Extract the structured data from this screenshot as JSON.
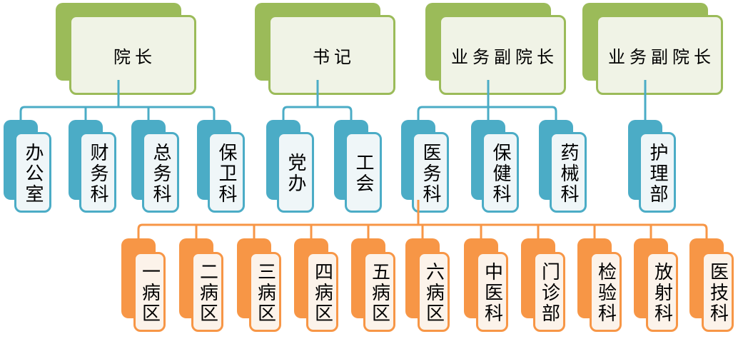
{
  "diagram": {
    "type": "org-chart",
    "background": "#ffffff",
    "palette": {
      "level1": "#9BBB59",
      "level1_fill": "#F0F3E6",
      "level2": "#4BACC6",
      "level2_fill": "#EFF6F8",
      "level3": "#F79646",
      "level3_fill": "#FCF3EA",
      "text": "#000000"
    },
    "nodes": {
      "top": [
        {
          "label": "院长"
        },
        {
          "label": "书记"
        },
        {
          "label": "业务副院长"
        },
        {
          "label": "业务副院长"
        }
      ],
      "mid": [
        {
          "label": "办公室"
        },
        {
          "label": "财务科"
        },
        {
          "label": "总务科"
        },
        {
          "label": "保卫科"
        },
        {
          "label": "党办"
        },
        {
          "label": "工会"
        },
        {
          "label": "医务科"
        },
        {
          "label": "保健科"
        },
        {
          "label": "药械科"
        },
        {
          "label": "护理部"
        }
      ],
      "bottom": [
        {
          "label": "一病区"
        },
        {
          "label": "二病区"
        },
        {
          "label": "三病区"
        },
        {
          "label": "四病区"
        },
        {
          "label": "五病区"
        },
        {
          "label": "六病区"
        },
        {
          "label": "中医科"
        },
        {
          "label": "门诊部"
        },
        {
          "label": "检验科"
        },
        {
          "label": "放射科"
        },
        {
          "label": "医技科"
        }
      ]
    },
    "hierarchy": [
      {
        "parent": "院长",
        "children": [
          "办公室",
          "财务科",
          "总务科",
          "保卫科"
        ]
      },
      {
        "parent": "书记",
        "children": [
          "党办",
          "工会"
        ]
      },
      {
        "parent": "业务副院长",
        "children": [
          "医务科",
          "保健科",
          "药械科"
        ]
      },
      {
        "parent": "业务副院长",
        "children": [
          "护理部"
        ]
      },
      {
        "parent": "医务科",
        "children": [
          "一病区",
          "二病区",
          "三病区",
          "四病区",
          "五病区",
          "六病区",
          "中医科",
          "门诊部",
          "检验科",
          "放射科",
          "医技科"
        ]
      }
    ]
  }
}
